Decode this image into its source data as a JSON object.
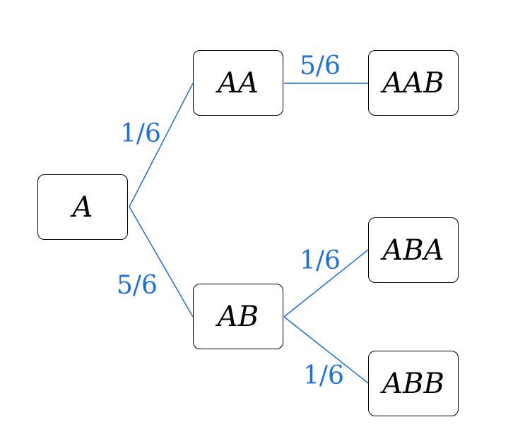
{
  "colors": {
    "edge": "#1a6fe6",
    "label": "#1a6fe6",
    "node_border": "#000000",
    "node_text": "#000000"
  },
  "nodes": {
    "a": "A",
    "aa": "AA",
    "ab": "AB",
    "aab": "AAB",
    "aba": "ABA",
    "abb": "ABB"
  },
  "edges": {
    "a_aa": "1/6",
    "a_ab": "5/6",
    "aa_aab": "5/6",
    "ab_aba": "1/6",
    "ab_abb": "1/6"
  }
}
